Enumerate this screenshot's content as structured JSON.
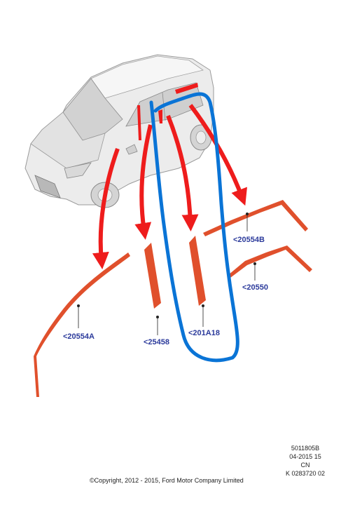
{
  "parts": [
    {
      "id": "part-20554A",
      "label": "<20554A"
    },
    {
      "id": "part-25458",
      "label": "<25458"
    },
    {
      "id": "part-201A18",
      "label": "<201A18"
    },
    {
      "id": "part-20554B",
      "label": "<20554B"
    },
    {
      "id": "part-20550",
      "label": "<20550"
    }
  ],
  "colors": {
    "part_fill": "#e0502c",
    "arrow": "#ee1c1c",
    "highlight": "#0a74d6",
    "label": "#2b3a9b",
    "car_body": "#e6e6e6"
  },
  "meta": {
    "diagram_number": "5011805B",
    "date": "04-2015 15",
    "region": "CN",
    "code": "K 0283720 02",
    "copyright": "©Copyright, 2012 - 2015, Ford Motor Company Limited"
  }
}
